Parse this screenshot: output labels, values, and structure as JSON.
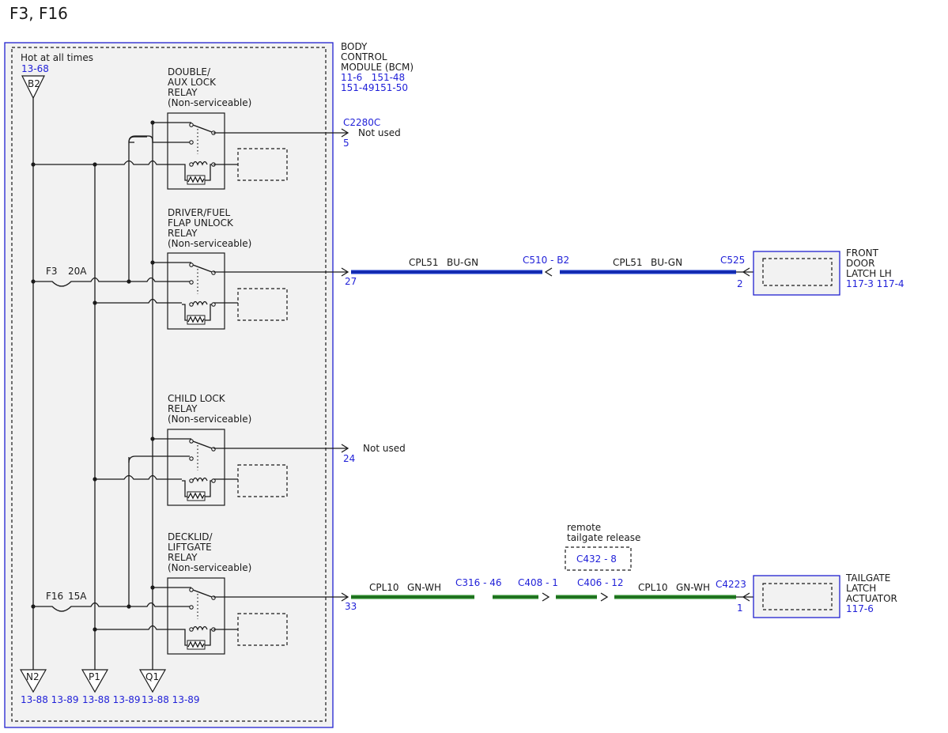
{
  "title": "F3, F16",
  "bcm": {
    "name_lines": [
      "BODY",
      "CONTROL",
      "MODULE (BCM)"
    ],
    "refs_line1": "11-6   151-48",
    "refs_line2": "151-49151-50"
  },
  "supply": {
    "label": "Hot at all times",
    "ref": "13-68",
    "pin": "B2"
  },
  "relays": [
    {
      "lines": [
        "DOUBLE/",
        "AUX LOCK",
        "RELAY",
        "(Non-serviceable)"
      ]
    },
    {
      "lines": [
        "DRIVER/FUEL",
        "FLAP UNLOCK",
        "RELAY",
        "(Non-serviceable)"
      ]
    },
    {
      "lines": [
        "CHILD LOCK",
        "RELAY",
        "(Non-serviceable)"
      ]
    },
    {
      "lines": [
        "DECKLID/",
        "LIFTGATE",
        "RELAY",
        "(Non-serviceable)"
      ]
    }
  ],
  "fuses": [
    {
      "name": "F3",
      "rating": "20A"
    },
    {
      "name": "F16",
      "rating": "15A"
    }
  ],
  "grounds": [
    {
      "pin": "N2",
      "refs": "13-88 13-89"
    },
    {
      "pin": "P1",
      "refs": "13-88 13-89"
    },
    {
      "pin": "Q1",
      "refs": "13-88 13-89"
    }
  ],
  "connectors": {
    "c2280c": {
      "name": "C2280C",
      "pin": "5",
      "note": "Not used"
    },
    "pin24": {
      "pin": "24",
      "note": "Not used"
    },
    "circuit1": {
      "bcm_pin": "27",
      "seg1_circuit": "CPL51",
      "seg1_color": "BU-GN",
      "inline": "C510 - B2",
      "seg2_circuit": "CPL51",
      "seg2_color": "BU-GN",
      "end_connector": "C525",
      "end_pin": "2",
      "wire_color": "#1a37c8",
      "component_lines": [
        "FRONT",
        "DOOR",
        "LATCH LH"
      ],
      "component_refs": "117-3 117-4"
    },
    "circuit2": {
      "bcm_pin": "33",
      "seg1_circuit": "CPL10",
      "seg1_color": "GN-WH",
      "inline1": "C316 - 46",
      "inline2": "C408 - 1",
      "inline3": "C406 - 12",
      "seg2_circuit": "CPL10",
      "seg2_color": "GN-WH",
      "end_connector": "C4223",
      "end_pin": "1",
      "wire_color": "#2a8a2a",
      "component_lines": [
        "TAILGATE",
        "LATCH",
        "ACTUATOR"
      ],
      "component_refs": "117-6",
      "remote_label_line1": "remote",
      "remote_label_line2": "tailgate release",
      "remote_connector": "C432 - 8"
    }
  }
}
